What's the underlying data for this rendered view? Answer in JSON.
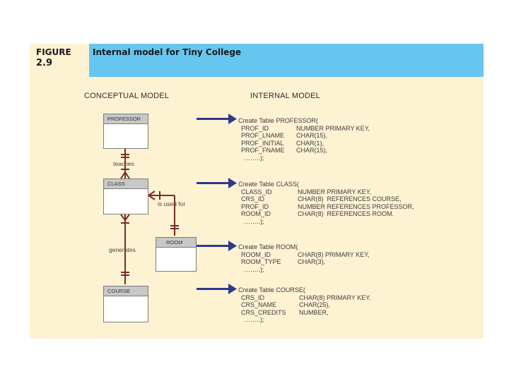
{
  "header": {
    "figure_label": "FIGURE",
    "figure_number": "2.9",
    "title": "Internal model for Tiny College"
  },
  "headings": {
    "conceptual": "CONCEPTUAL MODEL",
    "internal": "INTERNAL MODEL"
  },
  "entities": {
    "professor": "PROFESSOR",
    "class": "CLASS",
    "room": "ROOM",
    "course": "COURSE"
  },
  "relationships": {
    "teaches": "teaches",
    "is_used_for": "is used for",
    "generates": "generates"
  },
  "colors": {
    "title_bar": "#66c6ef",
    "panel": "#fdf3d3",
    "connector": "#7a2a2a",
    "arrow": "#2c3a8c"
  },
  "tables": {
    "professor": {
      "create": "Create Table PROFESSOR(",
      "rows": [
        {
          "name": "PROF_ID",
          "type": "NUMBER PRIMARY KEY,"
        },
        {
          "name": "PROF_LNAME",
          "type": "CHAR(15),"
        },
        {
          "name": "PROF_INITIAL",
          "type": "CHAR(1),"
        },
        {
          "name": "PROF_FNAME",
          "type": "CHAR(15),"
        }
      ],
      "end": "……..);"
    },
    "class": {
      "create": "Create Table CLASS(",
      "rows": [
        {
          "name": "CLASS_ID",
          "type": "NUMBER PRIMARY KEY,"
        },
        {
          "name": "CRS_ID",
          "type": "CHAR(8)  REFERENCES COURSE,"
        },
        {
          "name": "PROF_ID",
          "type": "NUMBER REFERENCES PROFESSOR,"
        },
        {
          "name": "ROOM_ID",
          "type": "CHAR(8)  REFERENCES ROOM."
        }
      ],
      "end": "……..);"
    },
    "room": {
      "create": "Create Table ROOM(",
      "rows": [
        {
          "name": "ROOM_ID",
          "type": "CHAR(8) PRIMARY KEY,"
        },
        {
          "name": "ROOM_TYPE",
          "type": "CHAR(3),"
        }
      ],
      "end": "……..);"
    },
    "course": {
      "create": "Create Table COURSE(",
      "rows": [
        {
          "name": "CRS_ID",
          "type": "CHAR(8) PRIMARY KEY."
        },
        {
          "name": "CRS_NAME",
          "type": "CHAR(25),"
        },
        {
          "name": "CRS_CREDITS",
          "type": "NUMBER,"
        }
      ],
      "end": "……..);"
    }
  }
}
